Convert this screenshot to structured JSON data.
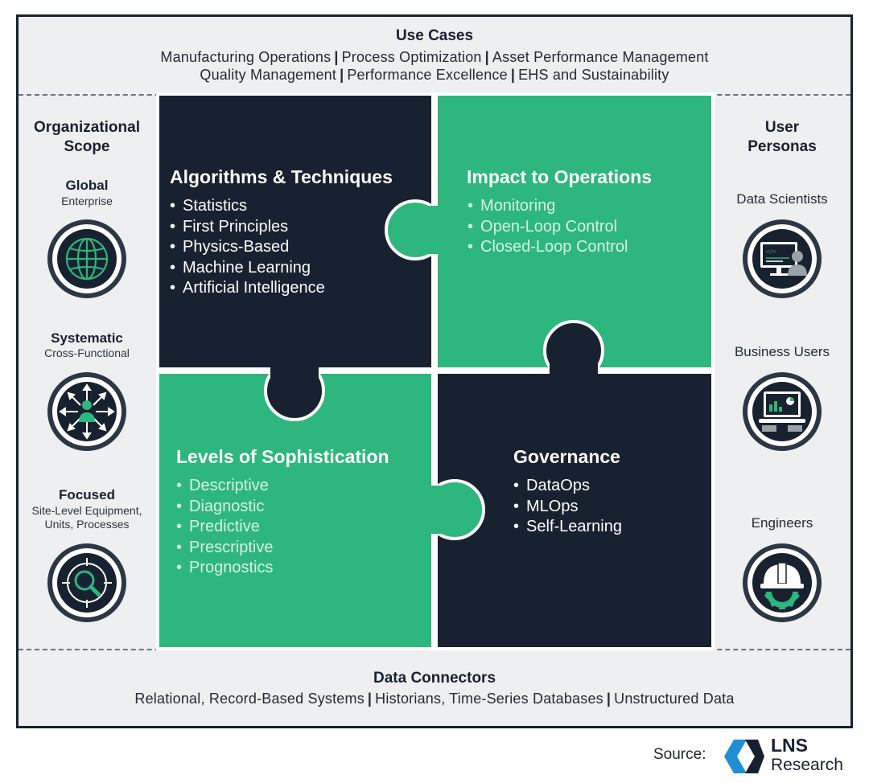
{
  "use_cases": {
    "title": "Use Cases",
    "line1": [
      "Manufacturing Operations",
      "Process Optimization",
      "Asset Performance Management"
    ],
    "line2": [
      "Quality Management",
      "Performance Excellence",
      "EHS and Sustainability"
    ]
  },
  "data_connectors": {
    "title": "Data Connectors",
    "items": [
      "Relational, Record-Based Systems",
      "Historians, Time-Series Databases",
      "Unstructured Data"
    ]
  },
  "organizational_scope": {
    "title_line1": "Organizational",
    "title_line2": "Scope",
    "levels": [
      {
        "title": "Global",
        "sub1": "Enterprise",
        "sub2": "",
        "icon": "globe-icon"
      },
      {
        "title": "Systematic",
        "sub1": "Cross-Functional",
        "sub2": "",
        "icon": "network-person-icon"
      },
      {
        "title": "Focused",
        "sub1": "Site-Level Equipment,",
        "sub2": "Units, Processes",
        "icon": "target-magnifier-icon"
      }
    ]
  },
  "user_personas": {
    "title_line1": "User",
    "title_line2": "Personas",
    "items": [
      {
        "label": "Data Scientists",
        "icon": "coding-monitor-icon"
      },
      {
        "label": "Business Users",
        "icon": "dashboard-laptop-icon"
      },
      {
        "label": "Engineers",
        "icon": "hardhat-gear-icon"
      }
    ]
  },
  "quadrants": {
    "algorithms": {
      "title": "Algorithms & Techniques",
      "items": [
        "Statistics",
        "First Principles",
        "Physics-Based",
        "Machine Learning",
        "Artificial Intelligence"
      ]
    },
    "impact": {
      "title": "Impact to Operations",
      "items": [
        "Monitoring",
        "Open-Loop Control",
        "Closed-Loop Control"
      ]
    },
    "sophistication": {
      "title": "Levels of Sophistication",
      "items": [
        "Descriptive",
        "Diagnostic",
        "Predictive",
        "Prescriptive",
        "Prognostics"
      ]
    },
    "governance": {
      "title": "Governance",
      "items": [
        "DataOps",
        "MLOps",
        "Self-Learning"
      ]
    }
  },
  "footer": {
    "source_label": "Source:",
    "logo_line1": "LNS",
    "logo_line2": "Research"
  },
  "colors": {
    "navy": "#17212f",
    "green": "#2db67d",
    "panel": "#eeeff0"
  }
}
